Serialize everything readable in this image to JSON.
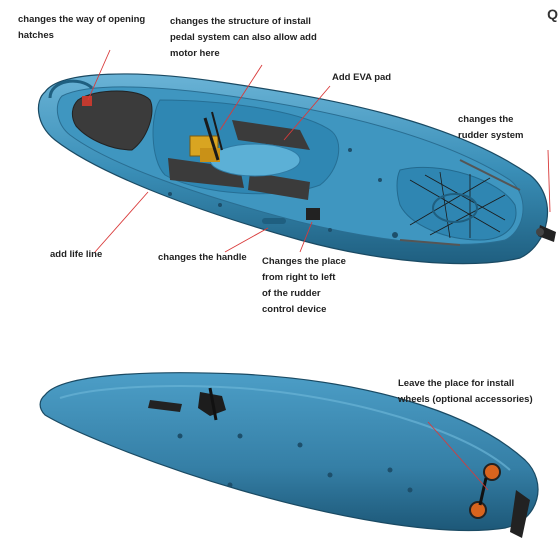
{
  "callouts": {
    "hatches": "changes the way of opening\nhatches",
    "pedal": "changes the structure of install\npedal system can also allow add\nmotor here",
    "eva": "Add EVA pad",
    "rudder_system": "changes the\nrudder system",
    "life_line": "add life line",
    "handle": "changes the handle",
    "rudder_control": "Changes the place\nfrom right to left\nof the rudder\ncontrol device",
    "wheels": "Leave the place for install\nwheels  (optional accessories)"
  },
  "edge_glyph": "Q",
  "colors": {
    "hull": "#3a8fb8",
    "hull_dark": "#1f5f80",
    "hull_light": "#6ab3d6",
    "deck_pad": "#3b3b3b",
    "accent_wheel": "#d8641e",
    "pointer": "#d93a3a"
  }
}
